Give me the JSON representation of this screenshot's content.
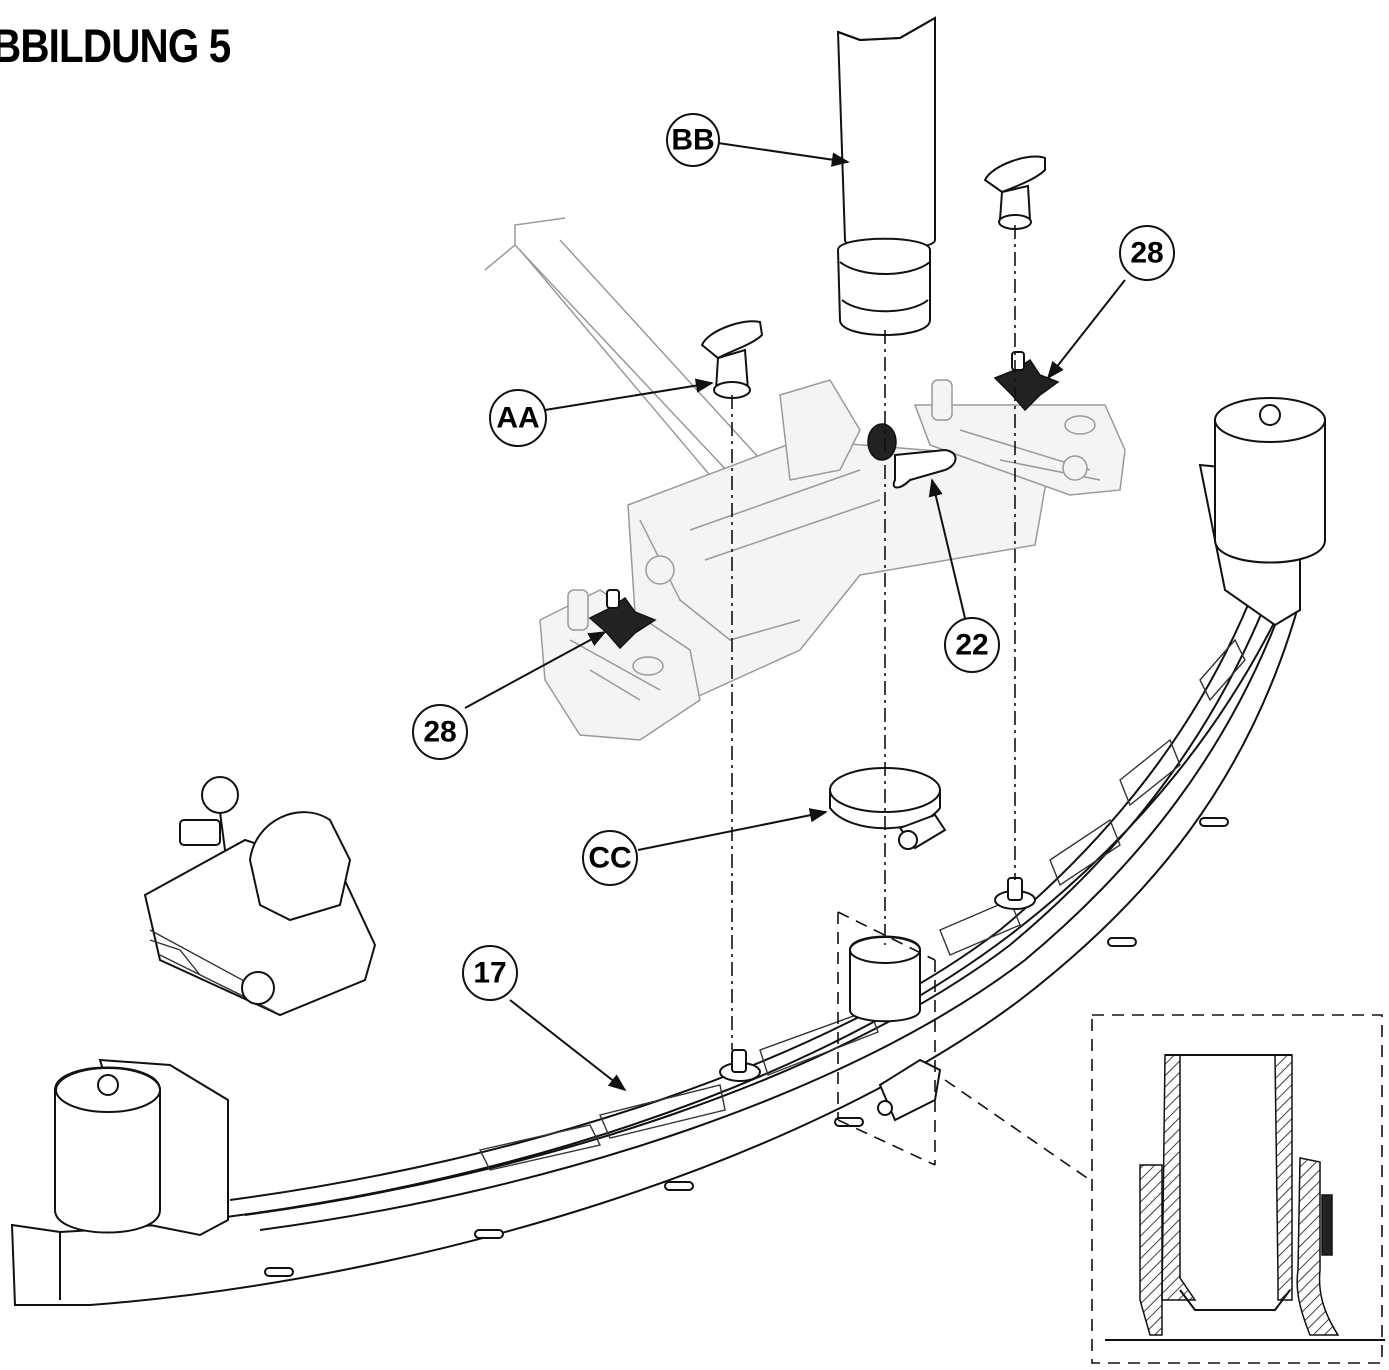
{
  "figure": {
    "title": "BBILDUNG 5"
  },
  "callouts": [
    {
      "id": "BB",
      "label": "BB"
    },
    {
      "id": "AA",
      "label": "AA"
    },
    {
      "id": "28-right",
      "label": "28"
    },
    {
      "id": "22",
      "label": "22"
    },
    {
      "id": "28-left",
      "label": "28"
    },
    {
      "id": "CC",
      "label": "CC"
    },
    {
      "id": "17",
      "label": "17"
    }
  ]
}
